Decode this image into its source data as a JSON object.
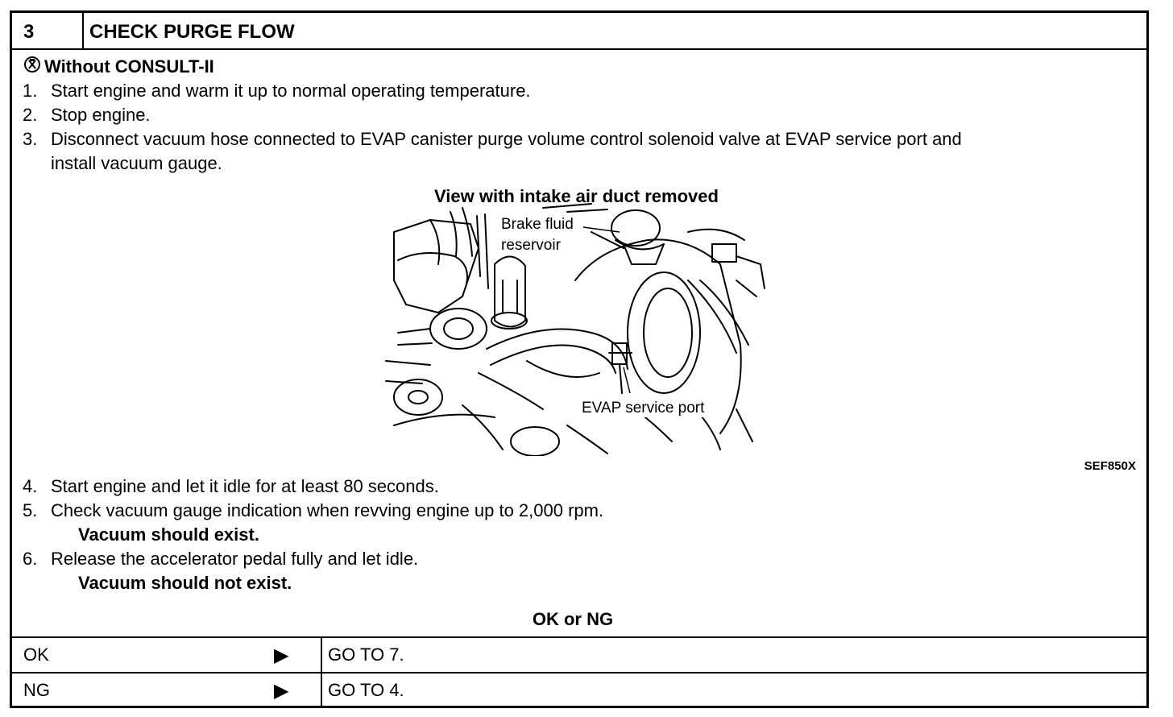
{
  "header": {
    "step_number": "3",
    "title": "CHECK PURGE FLOW"
  },
  "body": {
    "mode_icon": "consult-crossed-icon",
    "mode_label": "Without CONSULT-II",
    "steps_a": [
      {
        "num": "1.",
        "text": "Start engine and warm it up to normal operating temperature."
      },
      {
        "num": "2.",
        "text": "Stop engine."
      },
      {
        "num": "3.",
        "text": "Disconnect vacuum hose connected to EVAP canister purge volume control solenoid valve at EVAP service port and",
        "text2": "install vacuum gauge."
      }
    ],
    "figure": {
      "caption": "View with intake air duct removed",
      "label_brake_1": "Brake fluid",
      "label_brake_2": "reservoir",
      "label_evap": "EVAP service port",
      "code": "SEF850X"
    },
    "steps_b": [
      {
        "num": "4.",
        "text": "Start engine and let it idle for at least 80 seconds."
      },
      {
        "num": "5.",
        "text": "Check vacuum gauge indication when revving engine up to 2,000 rpm.",
        "note": "Vacuum should exist."
      },
      {
        "num": "6.",
        "text": "Release the accelerator pedal fully and let idle.",
        "note": "Vacuum should not exist."
      }
    ],
    "result_prompt": "OK or NG"
  },
  "results": [
    {
      "label": "OK",
      "arrow_icon": "triangle-right-icon",
      "action": "GO TO 7."
    },
    {
      "label": "NG",
      "arrow_icon": "triangle-right-icon",
      "action": "GO TO 4."
    }
  ]
}
